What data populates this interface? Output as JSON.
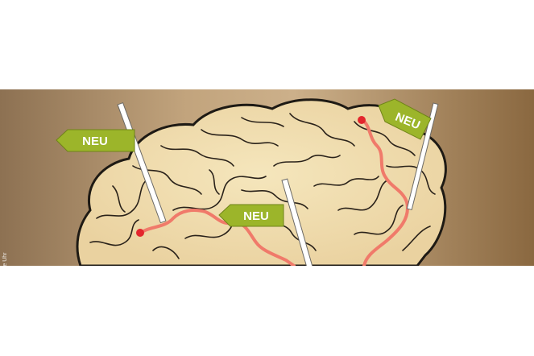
{
  "illustration": {
    "subject": "brain-with-signposts",
    "signs": [
      {
        "label": "NEU"
      },
      {
        "label": "NEU"
      },
      {
        "label": "NEU"
      }
    ],
    "colors": {
      "background_dark": "#8b6a44",
      "background_light": "#c8b08c",
      "brain_fill": "#f2dfb0",
      "brain_outline": "#1e1a14",
      "sign_green": "#9cb52a",
      "path_red": "#f07a6a",
      "dot_red": "#e3262d"
    }
  },
  "credit": {
    "text": "Image Source: © Maike Uhr"
  }
}
